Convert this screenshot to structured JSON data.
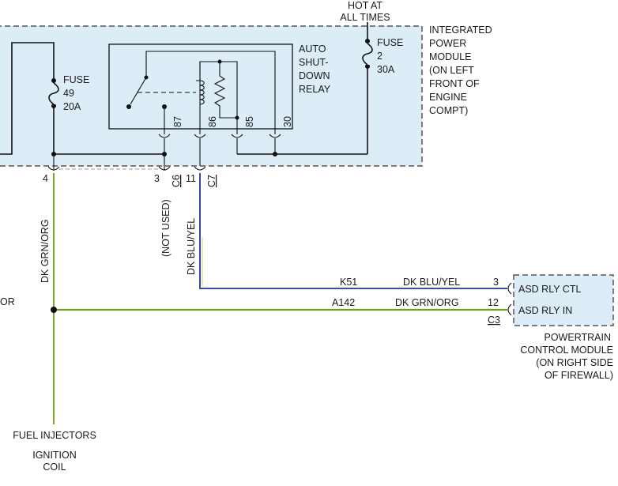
{
  "power_module": {
    "source_label_1": "HOT AT",
    "source_label_2": "ALL TIMES",
    "title_lines": [
      "INTEGRATED",
      "POWER",
      "MODULE",
      "(ON LEFT",
      "FRONT OF",
      "ENGINE",
      "COMPT)"
    ],
    "fuse_2": {
      "label": "FUSE",
      "number": "2",
      "rating": "30A"
    },
    "fuse_49": {
      "label": "FUSE",
      "number": "49",
      "rating": "20A"
    }
  },
  "relay": {
    "title_lines": [
      "AUTO",
      "SHUT-",
      "DOWN",
      "RELAY"
    ],
    "pins": [
      "87",
      "86",
      "85",
      "30"
    ]
  },
  "connectors": {
    "pin_4": "4",
    "pin_3": "3",
    "conn_c6": "C6",
    "pin_11": "11",
    "conn_c7": "C7",
    "not_used": "(NOT USED)"
  },
  "wires": {
    "grn_org_vertical": "DK GRN/ORG",
    "blu_yel_vertical": "DK BLU/YEL",
    "left_edge_fragment": "OR",
    "k51": {
      "circuit": "K51",
      "color": "DK BLU/YEL",
      "pin": "3"
    },
    "a142": {
      "circuit": "A142",
      "color": "DK GRN/ORG",
      "pin": "12"
    }
  },
  "pcm": {
    "pin_labels": [
      "ASD RLY CTL",
      "ASD RLY IN"
    ],
    "connector": "C3",
    "title_lines": [
      "POWERTRAIN",
      "CONTROL MODULE",
      "(ON RIGHT SIDE",
      "OF FIREWALL)"
    ]
  },
  "loads": {
    "fuel_injectors": "FUEL INJECTORS",
    "ignition_coil_1": "IGNITION",
    "ignition_coil_2": "COIL"
  },
  "colors": {
    "module_fill": "#dcedf8",
    "module_border": "#555555",
    "wire_green": "#8bb82a",
    "wire_blue": "#1d3a8c",
    "wire_dark": "#111111"
  }
}
